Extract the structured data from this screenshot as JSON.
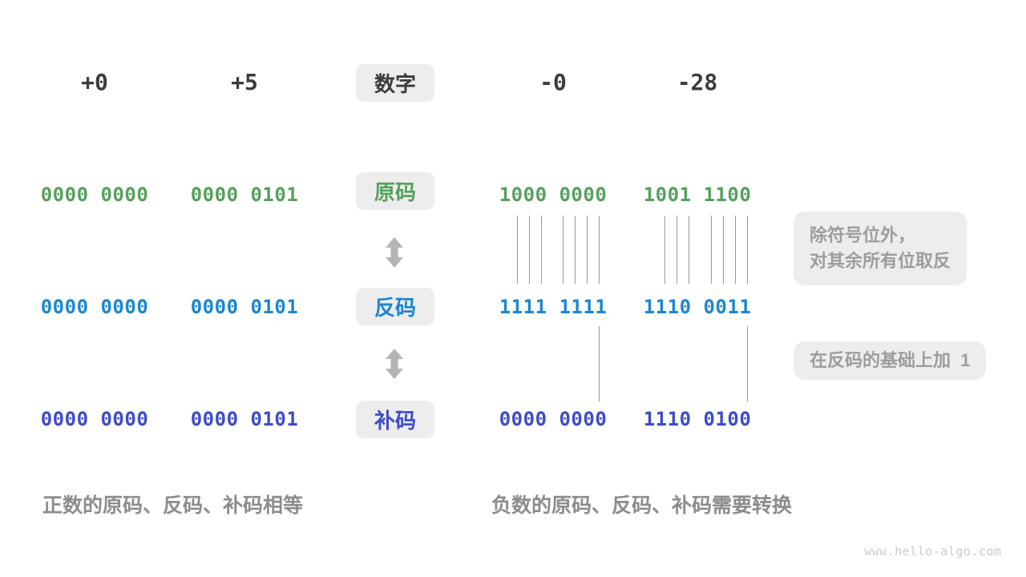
{
  "colors": {
    "green": "#56A05C",
    "blue": "#1C87CE",
    "indigo": "#3E4BC8",
    "dark": "#3C3C3C",
    "boxbg": "#EDEDED",
    "notetext": "#9D9D9D",
    "caption": "#8C8C8C",
    "line": "#999999",
    "arrow": "#B5B5B5",
    "watermark": "#CACACA"
  },
  "header": {
    "box_label": "数字",
    "values": [
      "+0",
      "+5",
      "-0",
      "-28"
    ]
  },
  "rows": {
    "sign_magnitude": {
      "label": "原码",
      "values": [
        "0000 0000",
        "0000 0101",
        "1000 0000",
        "1001 1100"
      ]
    },
    "ones_complement": {
      "label": "反码",
      "values": [
        "0000 0000",
        "0000 0101",
        "1111 1111",
        "1110 0011"
      ]
    },
    "twos_complement": {
      "label": "补码",
      "values": [
        "0000 0000",
        "0000 0101",
        "0000 0000",
        "1110 0100"
      ]
    }
  },
  "notes": {
    "invert_line1": "除符号位外，",
    "invert_line2": "对其余所有位取反",
    "add_one": "在反码的基础上加  1"
  },
  "captions": {
    "positive": "正数的原码、反码、补码相等",
    "negative": "负数的原码、反码、补码需要转换"
  },
  "watermark": "www.hello-algo.com"
}
